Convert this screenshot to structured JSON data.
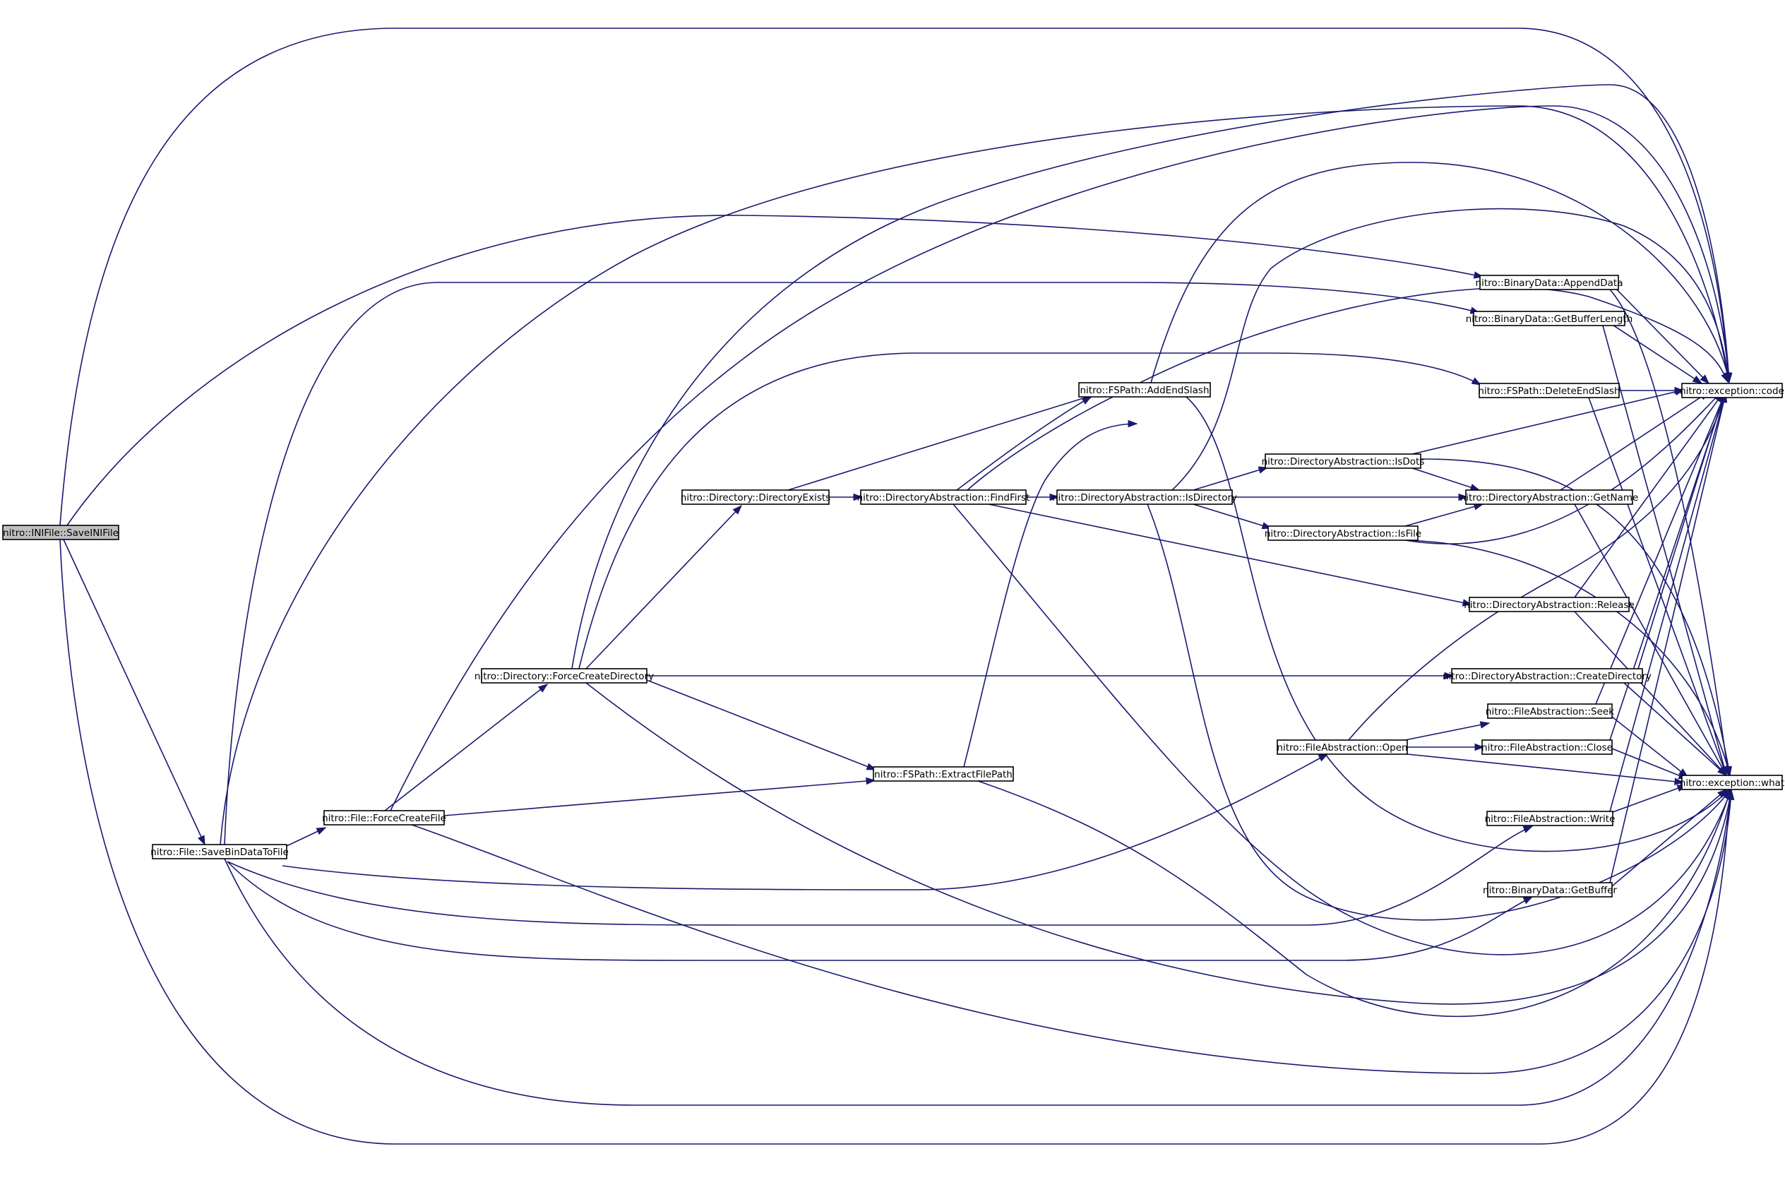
{
  "graph": {
    "root": "n0",
    "nodes": [
      {
        "id": "n0",
        "label": "nitro::INIFile::SaveINIFile"
      },
      {
        "id": "n1",
        "label": "nitro::File::SaveBinDataToFile"
      },
      {
        "id": "n2",
        "label": "nitro::File::ForceCreateFile"
      },
      {
        "id": "n3",
        "label": "nitro::Directory::ForceCreateDirectory"
      },
      {
        "id": "n4",
        "label": "nitro::Directory::DirectoryExists"
      },
      {
        "id": "n5",
        "label": "nitro::DirectoryAbstraction::FindFirst"
      },
      {
        "id": "n6",
        "label": "nitro::FSPath::AddEndSlash"
      },
      {
        "id": "n7",
        "label": "nitro::DirectoryAbstraction::IsDirectory"
      },
      {
        "id": "n8",
        "label": "nitro::DirectoryAbstraction::IsDots"
      },
      {
        "id": "n9",
        "label": "nitro::DirectoryAbstraction::IsFile"
      },
      {
        "id": "n10",
        "label": "nitro::DirectoryAbstraction::GetName"
      },
      {
        "id": "n11",
        "label": "nitro::DirectoryAbstraction::Release"
      },
      {
        "id": "n12",
        "label": "nitro::DirectoryAbstraction::CreateDirectory"
      },
      {
        "id": "n13",
        "label": "nitro::FSPath::ExtractFilePath"
      },
      {
        "id": "n14",
        "label": "nitro::FileAbstraction::Open"
      },
      {
        "id": "n15",
        "label": "nitro::FileAbstraction::Seek"
      },
      {
        "id": "n16",
        "label": "nitro::FileAbstraction::Close"
      },
      {
        "id": "n17",
        "label": "nitro::FileAbstraction::Write"
      },
      {
        "id": "n18",
        "label": "nitro::BinaryData::GetBuffer"
      },
      {
        "id": "n19",
        "label": "nitro::BinaryData::AppendData"
      },
      {
        "id": "n20",
        "label": "nitro::BinaryData::GetBufferLength"
      },
      {
        "id": "n21",
        "label": "nitro::FSPath::DeleteEndSlash"
      },
      {
        "id": "n22",
        "label": "nitro::exception::code"
      },
      {
        "id": "n23",
        "label": "nitro::exception::what"
      }
    ],
    "edges": [
      {
        "from": "n0",
        "to": "n1"
      },
      {
        "from": "n0",
        "to": "n19"
      },
      {
        "from": "n0",
        "to": "n22"
      },
      {
        "from": "n0",
        "to": "n23"
      },
      {
        "from": "n1",
        "to": "n2"
      },
      {
        "from": "n1",
        "to": "n14"
      },
      {
        "from": "n1",
        "to": "n17"
      },
      {
        "from": "n1",
        "to": "n18"
      },
      {
        "from": "n1",
        "to": "n20"
      },
      {
        "from": "n1",
        "to": "n22"
      },
      {
        "from": "n1",
        "to": "n23"
      },
      {
        "from": "n2",
        "to": "n3"
      },
      {
        "from": "n2",
        "to": "n13"
      },
      {
        "from": "n2",
        "to": "n22"
      },
      {
        "from": "n2",
        "to": "n23"
      },
      {
        "from": "n3",
        "to": "n4"
      },
      {
        "from": "n3",
        "to": "n13"
      },
      {
        "from": "n3",
        "to": "n12"
      },
      {
        "from": "n3",
        "to": "n21"
      },
      {
        "from": "n3",
        "to": "n22"
      },
      {
        "from": "n3",
        "to": "n23"
      },
      {
        "from": "n4",
        "to": "n5"
      },
      {
        "from": "n4",
        "to": "n6"
      },
      {
        "from": "n5",
        "to": "n6"
      },
      {
        "from": "n5",
        "to": "n7"
      },
      {
        "from": "n5",
        "to": "n11"
      },
      {
        "from": "n5",
        "to": "n22"
      },
      {
        "from": "n5",
        "to": "n23"
      },
      {
        "from": "n6",
        "to": "n22"
      },
      {
        "from": "n6",
        "to": "n23"
      },
      {
        "from": "n7",
        "to": "n8"
      },
      {
        "from": "n7",
        "to": "n9"
      },
      {
        "from": "n7",
        "to": "n10"
      },
      {
        "from": "n7",
        "to": "n22"
      },
      {
        "from": "n7",
        "to": "n23"
      },
      {
        "from": "n8",
        "to": "n10"
      },
      {
        "from": "n8",
        "to": "n22"
      },
      {
        "from": "n8",
        "to": "n23"
      },
      {
        "from": "n9",
        "to": "n10"
      },
      {
        "from": "n9",
        "to": "n22"
      },
      {
        "from": "n9",
        "to": "n23"
      },
      {
        "from": "n10",
        "to": "n22"
      },
      {
        "from": "n10",
        "to": "n23"
      },
      {
        "from": "n11",
        "to": "n22"
      },
      {
        "from": "n11",
        "to": "n23"
      },
      {
        "from": "n12",
        "to": "n22"
      },
      {
        "from": "n12",
        "to": "n23"
      },
      {
        "from": "n13",
        "to": "n6"
      },
      {
        "from": "n13",
        "to": "n23"
      },
      {
        "from": "n14",
        "to": "n15"
      },
      {
        "from": "n14",
        "to": "n16"
      },
      {
        "from": "n14",
        "to": "n22"
      },
      {
        "from": "n14",
        "to": "n23"
      },
      {
        "from": "n15",
        "to": "n22"
      },
      {
        "from": "n15",
        "to": "n23"
      },
      {
        "from": "n16",
        "to": "n22"
      },
      {
        "from": "n16",
        "to": "n23"
      },
      {
        "from": "n17",
        "to": "n22"
      },
      {
        "from": "n17",
        "to": "n23"
      },
      {
        "from": "n18",
        "to": "n22"
      },
      {
        "from": "n18",
        "to": "n23"
      },
      {
        "from": "n19",
        "to": "n22"
      },
      {
        "from": "n19",
        "to": "n23"
      },
      {
        "from": "n20",
        "to": "n22"
      },
      {
        "from": "n20",
        "to": "n23"
      },
      {
        "from": "n21",
        "to": "n22"
      },
      {
        "from": "n21",
        "to": "n23"
      }
    ]
  },
  "colors": {
    "edge": "#191970",
    "node_border": "#000000",
    "node_fill": "#ffffff",
    "root_fill": "#bfbfbf"
  }
}
